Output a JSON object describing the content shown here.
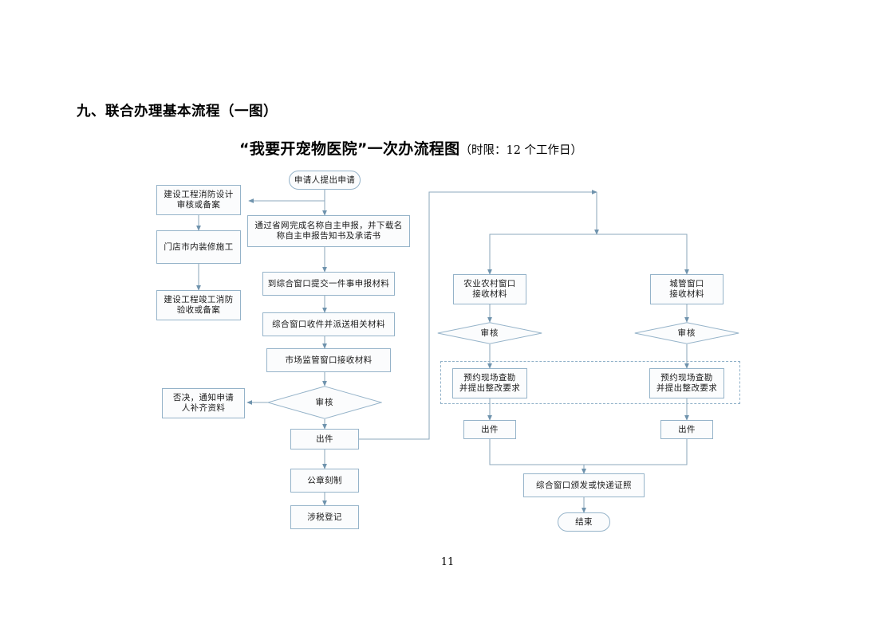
{
  "document": {
    "section_heading": "九、联合办理基本流程（一图）",
    "title_main": "“我要开宠物医院”一次办流程图",
    "title_sub": "（时限：12 个工作日）",
    "page_number": "11"
  },
  "colors": {
    "node_border": "#95b3c9",
    "node_fill": "#fbfcfd",
    "connector": "#8ea9bd",
    "dashed_border": "#8fb0c8",
    "text": "#1a1a1a",
    "page_background": "#ffffff"
  },
  "flowchart": {
    "type": "process-flow-diagram",
    "nodes": [
      {
        "id": "start",
        "shape": "terminal",
        "label": "申请人提出申请"
      },
      {
        "id": "fire-design",
        "shape": "rect",
        "label": "建设工程消防设计\n审核或备案"
      },
      {
        "id": "store-decor",
        "shape": "rect",
        "label": "门店市内装修施工"
      },
      {
        "id": "fire-accept",
        "shape": "rect",
        "label": "建设工程竣工消防\n验收或备案"
      },
      {
        "id": "name-declare",
        "shape": "rect",
        "label": "通过省网完成名称自主申报，并下载名\n称自主申报告知书及承诺书"
      },
      {
        "id": "submit",
        "shape": "rect",
        "label": "到综合窗口提交一件事申报材料"
      },
      {
        "id": "receive-send",
        "shape": "rect",
        "label": "综合窗口收件并派送相关材料"
      },
      {
        "id": "market-recv",
        "shape": "rect",
        "label": "市场监管窗口接收材料"
      },
      {
        "id": "review-main",
        "shape": "diamond",
        "label": "审核"
      },
      {
        "id": "reject",
        "shape": "rect",
        "label": "否决，通知申请\n人补齐资料"
      },
      {
        "id": "issue-main",
        "shape": "rect",
        "label": "出件"
      },
      {
        "id": "seal",
        "shape": "rect",
        "label": "公章刻制"
      },
      {
        "id": "tax",
        "shape": "rect",
        "label": "涉税登记"
      },
      {
        "id": "agri-recv",
        "shape": "rect",
        "label": "农业农村窗口\n接收材料"
      },
      {
        "id": "agri-review",
        "shape": "diamond",
        "label": "审核"
      },
      {
        "id": "agri-survey",
        "shape": "rect",
        "label": "预约现场查勘\n并提出整改要求"
      },
      {
        "id": "agri-issue",
        "shape": "rect",
        "label": "出件"
      },
      {
        "id": "urban-recv",
        "shape": "rect",
        "label": "城管窗口\n接收材料"
      },
      {
        "id": "urban-review",
        "shape": "diamond",
        "label": "审核"
      },
      {
        "id": "urban-survey",
        "shape": "rect",
        "label": "预约现场查勘\n并提出整改要求"
      },
      {
        "id": "urban-issue",
        "shape": "rect",
        "label": "出件"
      },
      {
        "id": "deliver",
        "shape": "rect",
        "label": "综合窗口颁发或快递证照"
      },
      {
        "id": "end",
        "shape": "terminal",
        "label": "结束"
      }
    ]
  }
}
